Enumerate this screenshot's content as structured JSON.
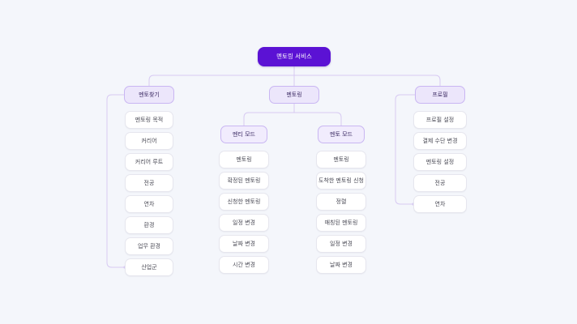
{
  "canvas": {
    "background": "#f4f6fb",
    "link_color": "#d7c9f2",
    "root_color": "#5b12d4",
    "branch_fill": "#ece6fb",
    "branch_border": "#c9b6f2",
    "leaf_fill": "#ffffff",
    "leaf_border": "#e6e6ee"
  },
  "root": {
    "label": "멘토링 서비스"
  },
  "branches": [
    {
      "id": "find-mentor",
      "label": "멘토찾기",
      "children": [
        {
          "label": "멘토링 목적"
        },
        {
          "label": "커리어"
        },
        {
          "label": "커리어 루트"
        },
        {
          "label": "전공"
        },
        {
          "label": "연차"
        },
        {
          "label": "환경"
        },
        {
          "label": "업무 환경"
        },
        {
          "label": "산업군"
        }
      ]
    },
    {
      "id": "mentoring",
      "label": "멘토링",
      "subgroups": [
        {
          "id": "mentee-mode",
          "label": "멘티 모드",
          "children": [
            {
              "label": "멘토링"
            },
            {
              "label": "확정된 멘토링"
            },
            {
              "label": "신청한 멘토링"
            },
            {
              "label": "일정 변경"
            },
            {
              "label": "날짜 변경"
            },
            {
              "label": "시간 변경"
            }
          ]
        },
        {
          "id": "mentor-mode",
          "label": "멘토 모드",
          "children": [
            {
              "label": "멘토링"
            },
            {
              "label": "도착한 멘토링 신청"
            },
            {
              "label": "정렬"
            },
            {
              "label": "매칭된 멘토링"
            },
            {
              "label": "일정 변경"
            },
            {
              "label": "날짜 변경"
            }
          ]
        }
      ]
    },
    {
      "id": "profile",
      "label": "프로필",
      "children": [
        {
          "label": "프로필 설정"
        },
        {
          "label": "결제 수단 변경"
        },
        {
          "label": "멘토링 설정"
        },
        {
          "label": "전공"
        },
        {
          "label": "연차"
        }
      ]
    }
  ]
}
